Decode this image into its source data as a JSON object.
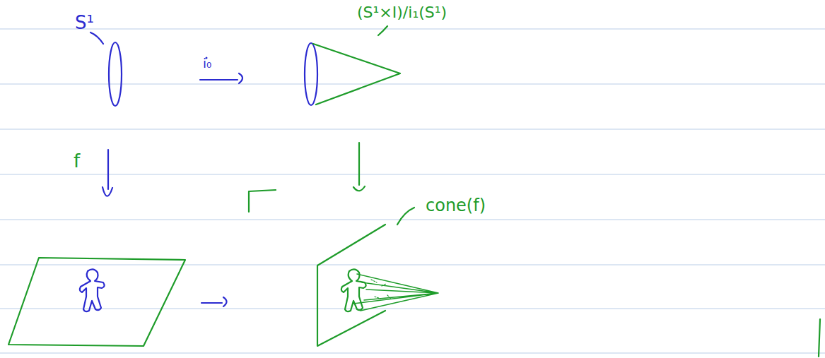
{
  "diagram": {
    "labels": [
      "S¹",
      "i₀",
      "(S¹×I)/i₁(S¹)",
      "f",
      "cone(f)"
    ]
  }
}
